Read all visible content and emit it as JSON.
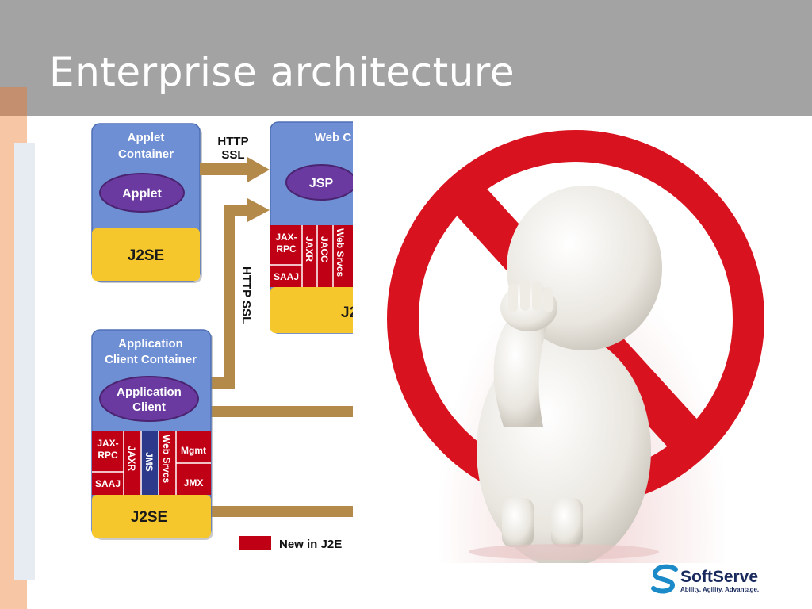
{
  "slide": {
    "title": "Enterprise architecture"
  },
  "diagram": {
    "applet_container": {
      "title_line1": "Applet",
      "title_line2": "Container",
      "component": "Applet",
      "base": "J2SE"
    },
    "web_container": {
      "title": "Web C",
      "component": "JSP",
      "base": "J2"
    },
    "app_client_container": {
      "title_line1": "Application",
      "title_line2": "Client Container",
      "component_line1": "Application",
      "component_line2": "Client",
      "base": "J2SE"
    },
    "web_services": {
      "jax": "JAX-",
      "rpc": "RPC",
      "saaj": "SAAJ",
      "jaxr": "JAXR",
      "jacc": "JACC",
      "web_srvcs": "Web Srvcs"
    },
    "client_services": {
      "jax": "JAX-",
      "rpc": "RPC",
      "saaj": "SAAJ",
      "jaxr": "JAXR",
      "jms": "JMS",
      "web_srvcs": "Web Srvcs",
      "mgmt": "Mgmt",
      "jmx": "JMX"
    },
    "arrow_label_top_1": "HTTP",
    "arrow_label_top_2": "SSL",
    "arrow_label_vertical": "HTTP SSL",
    "legend_label": "New in J2E",
    "colors": {
      "container_blue": "#6f8fd4",
      "base_yellow": "#f6c72c",
      "new_red": "#c00015",
      "oval_purple": "#6b3aa0",
      "arrow_tan": "#b38a4a"
    }
  },
  "illustration": {
    "icon": "prohibition-sign-stop-figure-icon",
    "colors": {
      "ring_red": "#d8121e"
    }
  },
  "logo": {
    "name": "SoftServe",
    "tagline": "Ability. Agility. Advantage.",
    "icon": "softserve-s-icon",
    "colors": {
      "brand_blue": "#1a8ac9",
      "text_navy": "#1a2a5c"
    }
  }
}
